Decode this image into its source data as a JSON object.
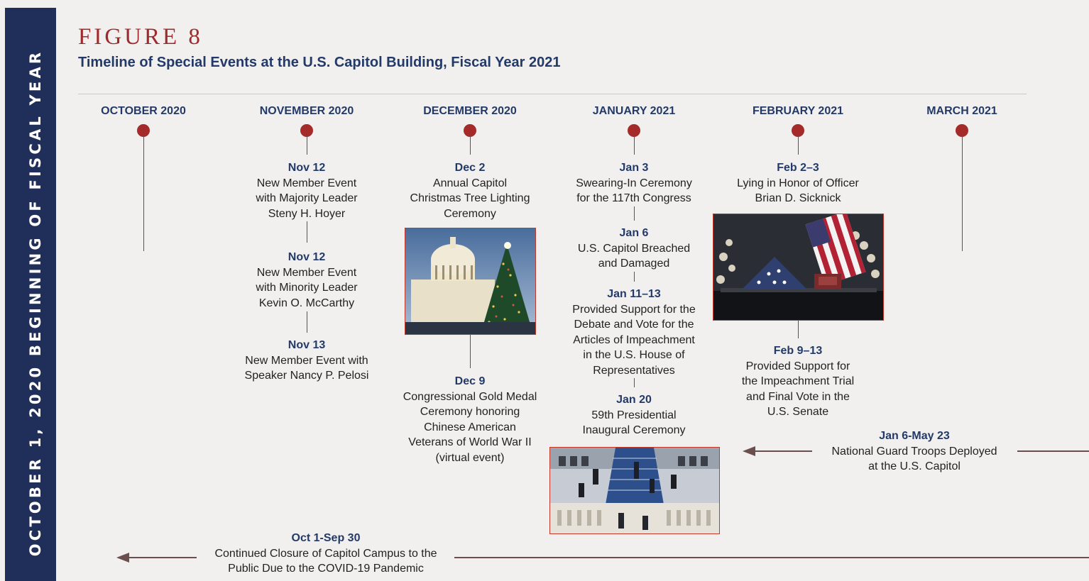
{
  "sidebar": {
    "text": "OCTOBER 1, 2020 BEGINNING OF FISCAL YEAR"
  },
  "figure": {
    "label": "FIGURE 8",
    "title": "Timeline of Special Events at the U.S. Capitol Building, Fiscal Year 2021"
  },
  "months": [
    "OCTOBER 2020",
    "NOVEMBER 2020",
    "DECEMBER 2020",
    "JANUARY 2021",
    "FEBRUARY 2021",
    "MARCH 2021"
  ],
  "events": {
    "nov12a": {
      "date": "Nov 12",
      "text": [
        "New Member Event",
        "with Majority Leader",
        "Steny H. Hoyer"
      ]
    },
    "nov12b": {
      "date": "Nov 12",
      "text": [
        "New Member Event",
        "with Minority Leader",
        "Kevin O. McCarthy"
      ]
    },
    "nov13": {
      "date": "Nov 13",
      "text": [
        "New Member Event with",
        "Speaker Nancy P. Pelosi"
      ]
    },
    "dec2": {
      "date": "Dec 2",
      "text": [
        "Annual Capitol",
        "Christmas Tree Lighting",
        "Ceremony"
      ]
    },
    "dec9": {
      "date": "Dec 9",
      "text": [
        "Congressional Gold Medal",
        "Ceremony honoring",
        "Chinese American",
        "Veterans of World War II",
        "(virtual event)"
      ]
    },
    "jan3": {
      "date": "Jan 3",
      "text": [
        "Swearing-In Ceremony",
        "for the 117th Congress"
      ]
    },
    "jan6": {
      "date": "Jan 6",
      "text": [
        "U.S. Capitol Breached",
        "and Damaged"
      ]
    },
    "jan11": {
      "date": "Jan 11–13",
      "text": [
        "Provided Support for the",
        "Debate and Vote for the",
        "Articles of Impeachment",
        "in the U.S. House of",
        "Representatives"
      ]
    },
    "jan20": {
      "date": "Jan 20",
      "text": [
        "59th Presidential",
        "Inaugural Ceremony"
      ]
    },
    "feb2": {
      "date": "Feb 2–3",
      "text": [
        "Lying in Honor of Officer",
        "Brian D. Sicknick"
      ]
    },
    "feb9": {
      "date": "Feb 9–13",
      "text": [
        "Provided Support for",
        "the Impeachment Trial",
        "and Final Vote in the",
        "U.S. Senate"
      ]
    },
    "guard": {
      "date": "Jan 6-May 23",
      "text": [
        "National Guard Troops Deployed",
        "at the U.S. Capitol"
      ]
    },
    "covid": {
      "date": "Oct 1-Sep 30",
      "text": [
        "Continued Closure of Capitol Campus to the",
        "Public Due to the COVID-19 Pandemic"
      ]
    }
  },
  "colors": {
    "navy": "#1f2f5a",
    "accent_red": "#a52a2a",
    "title_red": "#9e2a2b",
    "text_blue": "#233a68"
  }
}
